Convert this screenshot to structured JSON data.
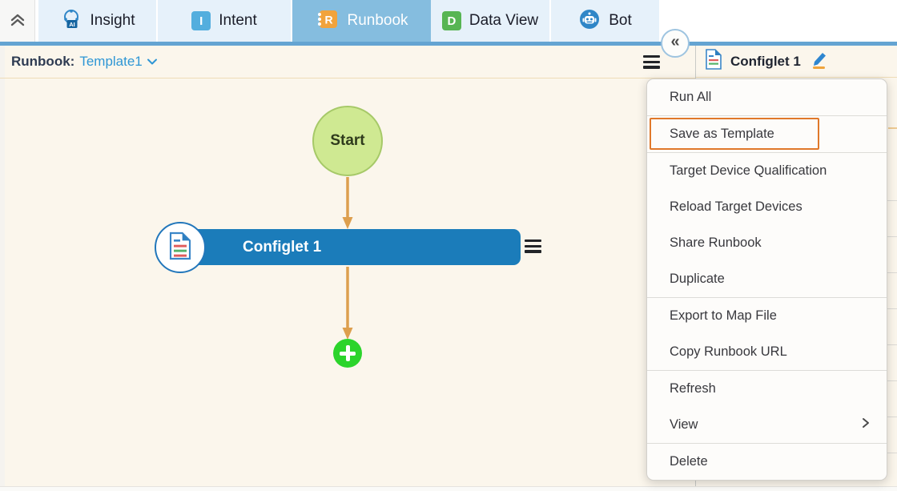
{
  "app": {
    "active_tab": "Runbook"
  },
  "tabbar": {
    "tabs": [
      {
        "label": "Insight",
        "badge": "AI"
      },
      {
        "label": "Intent",
        "badge": "I"
      },
      {
        "label": "Runbook",
        "badge": "R",
        "selected": true
      },
      {
        "label": "Data View",
        "badge": "D"
      },
      {
        "label": "Bot"
      }
    ]
  },
  "main_header": {
    "label": "Runbook:",
    "template_name": "Template1"
  },
  "canvas": {
    "start_node": "Start",
    "configlet_node": "Configlet 1"
  },
  "right_panel": {
    "title": "Configlet 1"
  },
  "context_menu": {
    "items": [
      {
        "label": "Run All"
      },
      {
        "label": "Save as Template",
        "highlighted": true
      },
      {
        "label": "Target Device Qualification"
      },
      {
        "label": "Reload Target Devices"
      },
      {
        "label": "Share Runbook"
      },
      {
        "label": "Duplicate"
      },
      {
        "label": "Export to Map File"
      },
      {
        "label": "Copy Runbook URL"
      },
      {
        "label": "Refresh"
      },
      {
        "label": "View",
        "has_submenu": true
      },
      {
        "label": "Delete"
      }
    ]
  },
  "icons": {
    "collapse_right_panel": "«"
  },
  "colors": {
    "selected_tab": "#85bddf",
    "accent_blue": "#2e96d5",
    "node_blue": "#1b7cba",
    "start_green": "#cfe992",
    "plus_green": "#2bd42b",
    "arrow_orange": "#dd9f4e",
    "annotation_orange": "#e0782a",
    "canvas_cream": "#fbf6ec"
  }
}
